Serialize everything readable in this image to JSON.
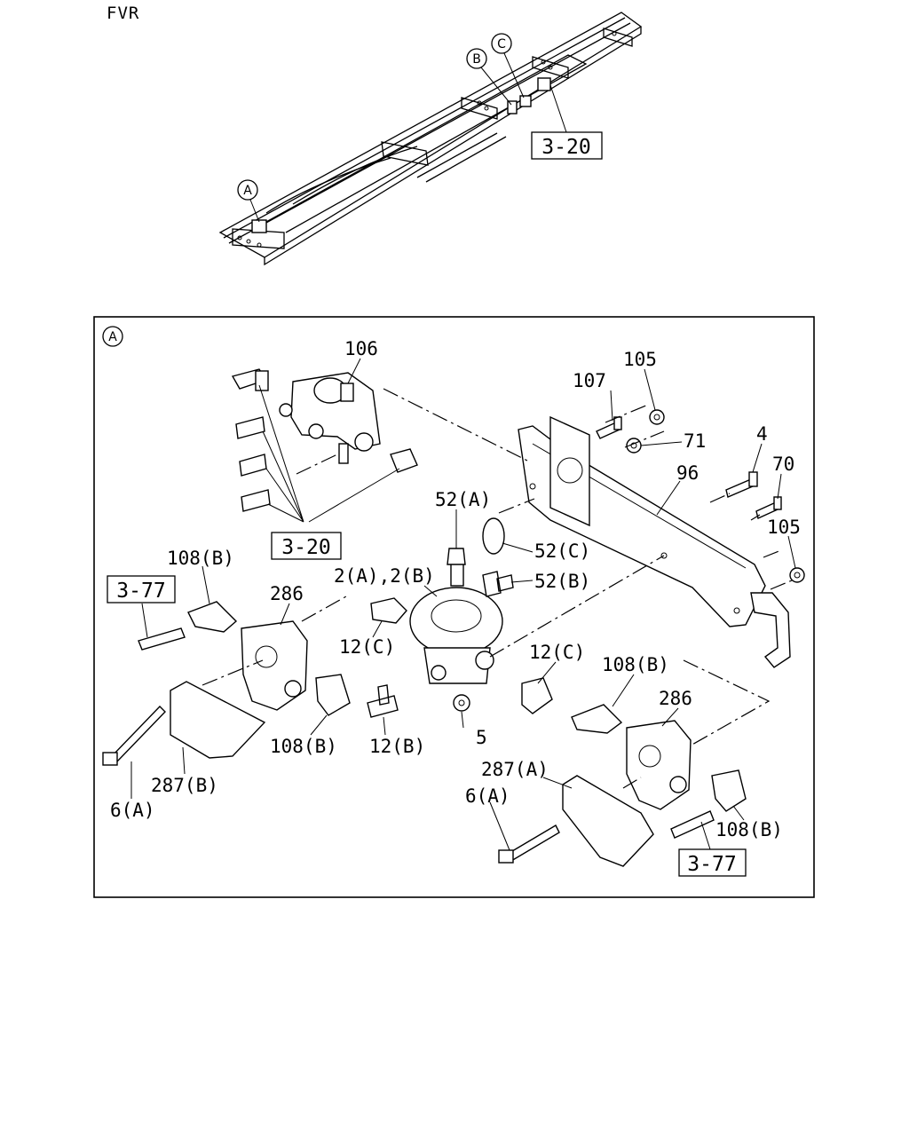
{
  "model": "FVR",
  "callouts": {
    "A": "A",
    "B": "B",
    "C": "C",
    "detail": "A"
  },
  "references": {
    "ref_top": "3-20",
    "ref_detail": "3-20",
    "ref_left": "3-77",
    "ref_right": "3-77"
  },
  "parts": {
    "p106": "106",
    "p107": "107",
    "p105_top": "105",
    "p71": "71",
    "p4": "4",
    "p70": "70",
    "p96": "96",
    "p105_right": "105",
    "p52a": "52(A)",
    "p52c": "52(C)",
    "p52b": "52(B)",
    "p2ab": "2(A),2(B)",
    "p108b_1": "108(B)",
    "p286_left": "286",
    "p12c_left": "12(C)",
    "p12c_right": "12(C)",
    "p108b_2": "108(B)",
    "p286_right": "286",
    "p108b_3": "108(B)",
    "p12b": "12(B)",
    "p5": "5",
    "p287b": "287(B)",
    "p6a_left": "6(A)",
    "p287a": "287(A)",
    "p6a_right": "6(A)",
    "p108b_4": "108(B)"
  }
}
